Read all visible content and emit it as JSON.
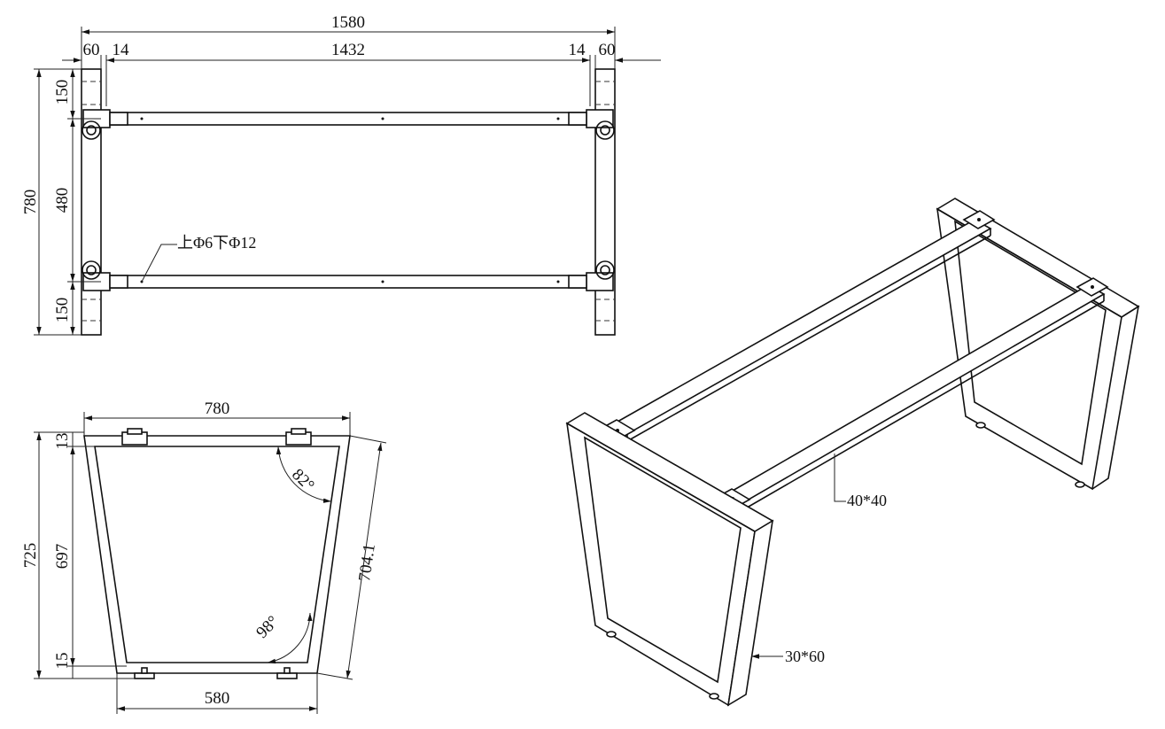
{
  "top_view": {
    "dims": {
      "overall_width": "1580",
      "left_leg": "60",
      "left_gap": "14",
      "inner_span": "1432",
      "right_gap": "14",
      "right_leg": "60",
      "overall_depth": "780",
      "top_offset": "150",
      "rail_spacing": "480",
      "bottom_offset": "150"
    },
    "hole_note": "上Φ6下Φ12"
  },
  "side_view": {
    "dims": {
      "top_width": "780",
      "bottom_width": "580",
      "overall_height": "725",
      "top_thickness": "13",
      "inner_height": "697",
      "foot_height": "15",
      "slant_length": "704.1",
      "top_angle": "82°",
      "bottom_angle": "98°"
    }
  },
  "iso_view": {
    "labels": {
      "rail_profile": "40*40",
      "leg_profile": "30*60"
    }
  }
}
